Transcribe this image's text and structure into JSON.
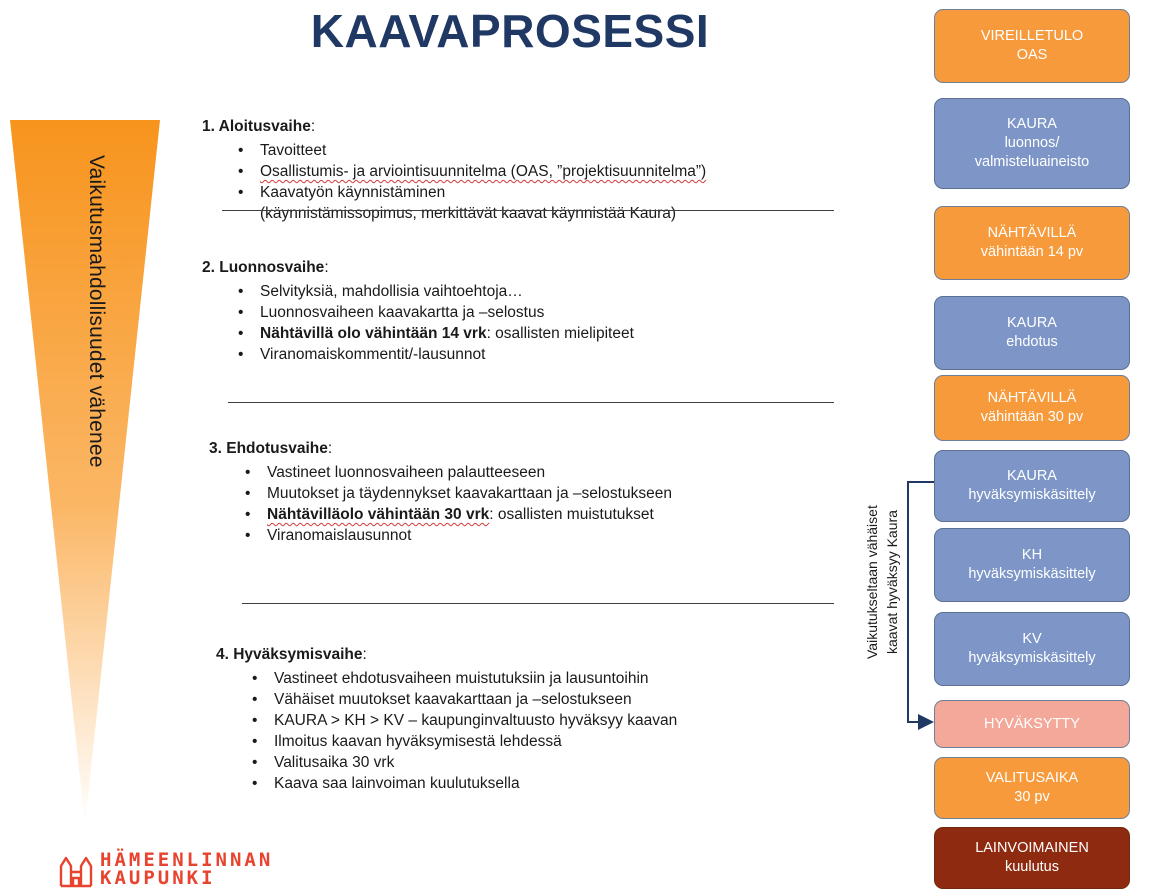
{
  "title": "KAAVAPROSESSI",
  "funnel_label": "Vaikutusmahdollisuudet vähenee",
  "phases": [
    {
      "title": "1. Aloitusvaihe",
      "colon": ":",
      "items": [
        "Tavoitteet",
        "Osallistumis- ja arviointisuunnitelma (OAS, ”projektisuunnitelma”)",
        "Kaavatyön käynnistäminen",
        "(käynnistämissopimus, merkittävät kaavat käynnistää Kaura)"
      ]
    },
    {
      "title": "2. Luonnosvaihe",
      "colon": ":",
      "items": [
        "Selvityksiä, mahdollisia vaihtoehtoja…",
        "Luonnosvaiheen kaavakartta ja –selostus",
        "Viranomaiskommentit/-lausunnot"
      ],
      "bold_item": {
        "bold": "Nähtävillä olo vähintään 14 vrk",
        "rest": ": osallisten mielipiteet"
      }
    },
    {
      "title": "3. Ehdotusvaihe",
      "colon": ":",
      "items": [
        "Vastineet luonnosvaiheen palautteeseen",
        "Muutokset ja täydennykset kaavakarttaan ja –selostukseen",
        "Viranomaislausunnot"
      ],
      "bold_item": {
        "bold": "Nähtävilläolo vähintään 30 vrk",
        "rest": ": osallisten muistutukset"
      }
    },
    {
      "title": "4. Hyväksymisvaihe",
      "colon": ":",
      "items": [
        "Vastineet ehdotusvaiheen muistutuksiin ja lausuntoihin",
        "Vähäiset muutokset kaavakarttaan ja –selostukseen",
        "KAURA > KH > KV – kaupunginvaltuusto hyväksyy kaavan",
        "Ilmoitus kaavan hyväksymisestä lehdessä",
        "Valitusaika 30 vrk",
        "Kaava saa lainvoiman kuulutuksella"
      ]
    }
  ],
  "steps": [
    {
      "line1": "VIREILLETULO",
      "line2": "OAS",
      "line3": "",
      "color": "#f79a3c"
    },
    {
      "line1": "KAURA",
      "line2": "luonnos/",
      "line3": "valmisteluaineisto",
      "color": "#7d96c7"
    },
    {
      "line1": "NÄHTÄVILLÄ",
      "line2": "vähintään 14 pv",
      "line3": "",
      "color": "#f79a3c"
    },
    {
      "line1": "KAURA",
      "line2": "ehdotus",
      "line3": "",
      "color": "#7d96c7"
    },
    {
      "line1": "NÄHTÄVILLÄ",
      "line2": "vähintään 30 pv",
      "line3": "",
      "color": "#f79a3c"
    },
    {
      "line1": "KAURA",
      "line2": "hyväksymiskäsittely",
      "line3": "",
      "color": "#7d96c7"
    },
    {
      "line1": "KH",
      "line2": "hyväksymiskäsittely",
      "line3": "",
      "color": "#7d96c7"
    },
    {
      "line1": "KV",
      "line2": "hyväksymiskäsittely",
      "line3": "",
      "color": "#7d96c7"
    },
    {
      "line1": "HYVÄKSYTTY",
      "line2": "",
      "line3": "",
      "color": "#f3a89a"
    },
    {
      "line1": "VALITUSAIKA",
      "line2": "30 pv",
      "line3": "",
      "color": "#f79a3c"
    },
    {
      "line1": "LAINVOIMAINEN",
      "line2": "kuulutus",
      "line3": "",
      "color": "#8e2a10"
    }
  ],
  "side_note": {
    "line1": "Vaikutukseltaan vähäiset",
    "line2": "kaavat hyväksyy Kaura"
  },
  "logo": {
    "line1": "HÄMEENLINNAN",
    "line2": "KAUPUNKI",
    "color": "#e8432f"
  }
}
